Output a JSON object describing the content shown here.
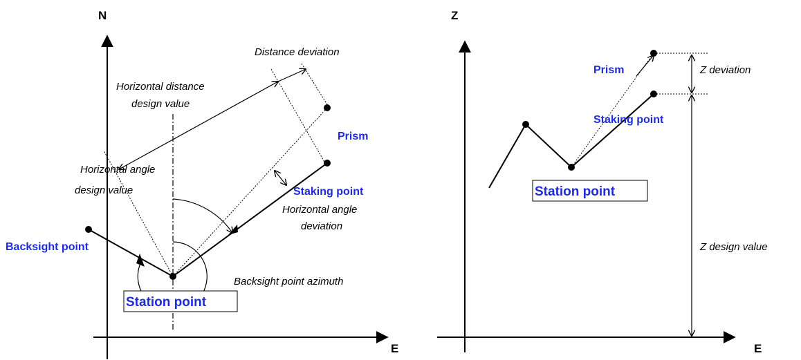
{
  "left_diagram": {
    "axis_n": "N",
    "axis_e": "E",
    "distance_deviation": "Distance deviation",
    "hd_design_line1": "Horizontal distance",
    "hd_design_line2": "design value",
    "prism": "Prism",
    "ha_design_line1": "Horizontal angle",
    "ha_design_line2": "design value",
    "staking_point": "Staking point",
    "ha_deviation_line1": "Horizontal angle",
    "ha_deviation_line2": "deviation",
    "backsight_point": "Backsight point",
    "backsight_azimuth": "Backsight point azimuth",
    "station_point": "Station point"
  },
  "right_diagram": {
    "axis_z": "Z",
    "axis_e": "E",
    "prism": "Prism",
    "z_deviation": "Z deviation",
    "staking_point": "Staking point",
    "station_point": "Station point",
    "z_design_value": "Z design value"
  },
  "colors": {
    "label_blue": "#1f2bd6",
    "line": "#000000"
  }
}
